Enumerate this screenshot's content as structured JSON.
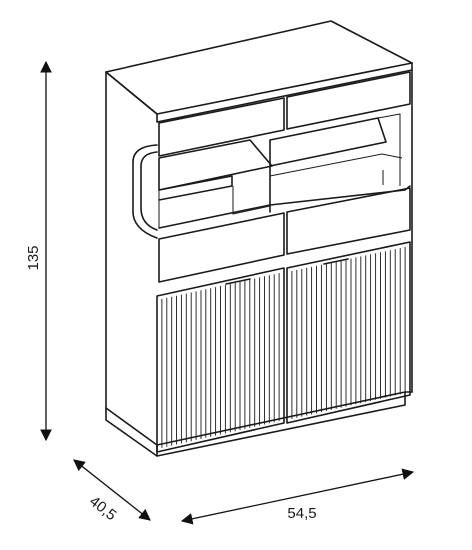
{
  "dimensions": {
    "height": "135",
    "depth": "40,5",
    "width": "54,5"
  },
  "colors": {
    "line": "#1a1a1a",
    "background": "#ffffff"
  }
}
